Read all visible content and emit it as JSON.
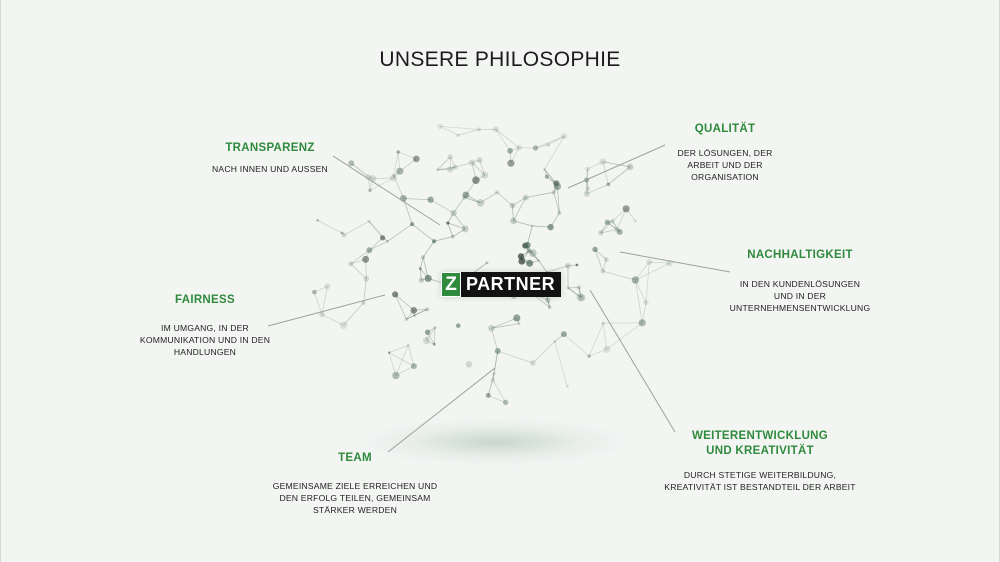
{
  "title": "UNSERE PHILOSOPHIE",
  "logo": {
    "mark": "Z",
    "text": "PARTNER"
  },
  "values": {
    "transparenz": {
      "heading": "TRANSPARENZ",
      "desc": [
        "NACH INNEN UND AUSSEN"
      ]
    },
    "qualitaet": {
      "heading": "QUALITÄT",
      "desc": [
        "DER LÖSUNGEN, DER",
        "ARBEIT UND DER",
        "ORGANISATION"
      ]
    },
    "nachhaltigkeit": {
      "heading": "NACHHALTIGKEIT",
      "desc": [
        "IN DEN KUNDENLÖSUNGEN",
        "UND IN DER",
        "UNTERNEHMENSENTWICKLUNG"
      ]
    },
    "fairness": {
      "heading": "FAIRNESS",
      "desc": [
        "IM UMGANG, IN DER",
        "KOMMUNIKATION UND IN DEN",
        "HANDLUNGEN"
      ]
    },
    "team": {
      "heading": "TEAM",
      "desc": [
        "GEMEINSAME ZIELE ERREICHEN UND",
        "DEN ERFOLG TEILEN, GEMEINSAM",
        "STÄRKER WERDEN"
      ]
    },
    "weiterentwicklung": {
      "heading": [
        "WEITERENTWICKLUNG",
        "UND KREATIVITÄT"
      ],
      "desc": [
        "DURCH STETIGE WEITERBILDUNG,",
        "KREATIVITÄT IST BESTANDTEIL DER ARBEIT"
      ]
    }
  },
  "colors": {
    "accent": "#2f8a3d",
    "network": "#4f6b5a",
    "background": "#f3f5f3"
  }
}
